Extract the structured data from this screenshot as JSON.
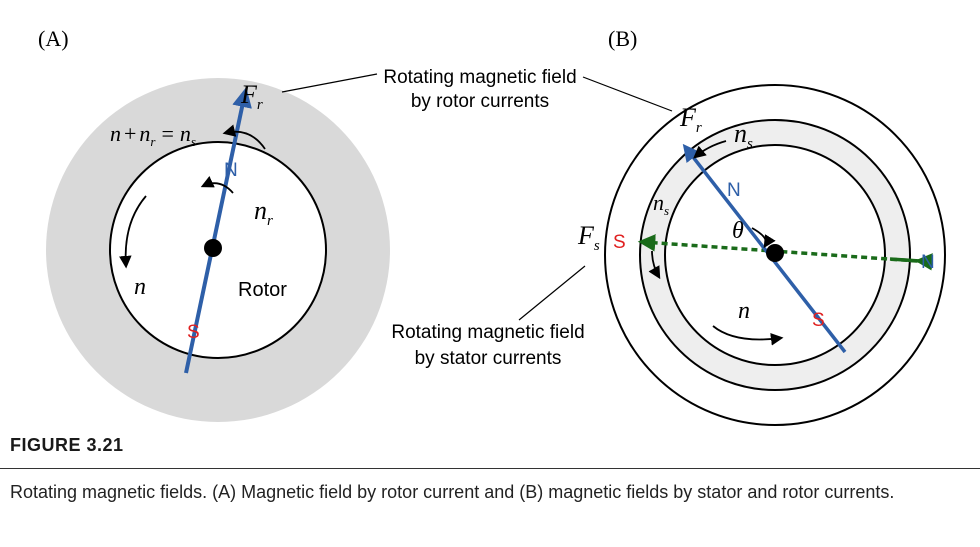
{
  "panel_a": {
    "label": "(A)",
    "rotor_label": "Rotor",
    "n_label": "n",
    "nr_symbol": "n",
    "nr_sub": "r",
    "eq_n": "n",
    "eq_plus": "+",
    "eq_nr": "n",
    "eq_nr_sub": "r",
    "eq_equals": "=",
    "eq_ns": "n",
    "eq_ns_sub": "s",
    "fr_symbol": "F",
    "fr_sub": "r",
    "pole_n": "N",
    "pole_s": "S"
  },
  "panel_b": {
    "label": "(B)",
    "fr_symbol": "F",
    "fr_sub": "r",
    "fs_symbol": "F",
    "fs_sub": "s",
    "ns_top_symbol": "n",
    "ns_top_sub": "s",
    "ns_left_symbol": "n",
    "ns_left_sub": "s",
    "theta": "θ",
    "n_label": "n",
    "rotor_pole_n": "N",
    "rotor_pole_s": "S",
    "stator_pole_s": "S",
    "stator_pole_n": "N"
  },
  "annotations": {
    "rotor_field_line1": "Rotating magnetic field",
    "rotor_field_line2": "by rotor currents",
    "stator_field_line1": "Rotating magnetic field",
    "stator_field_line2": "by stator currents"
  },
  "caption": {
    "label": "FIGURE 3.21",
    "text": "Rotating magnetic fields. (A) Magnetic field by rotor current and (B) magnetic fields by stator and rotor currents."
  },
  "colors": {
    "rotor_axis": "#2e5fa8",
    "stator_axis": "#1a6b1a",
    "pole_red": "#e02020",
    "shade": "#d9d9d9",
    "shade_light": "#eeeeee"
  }
}
